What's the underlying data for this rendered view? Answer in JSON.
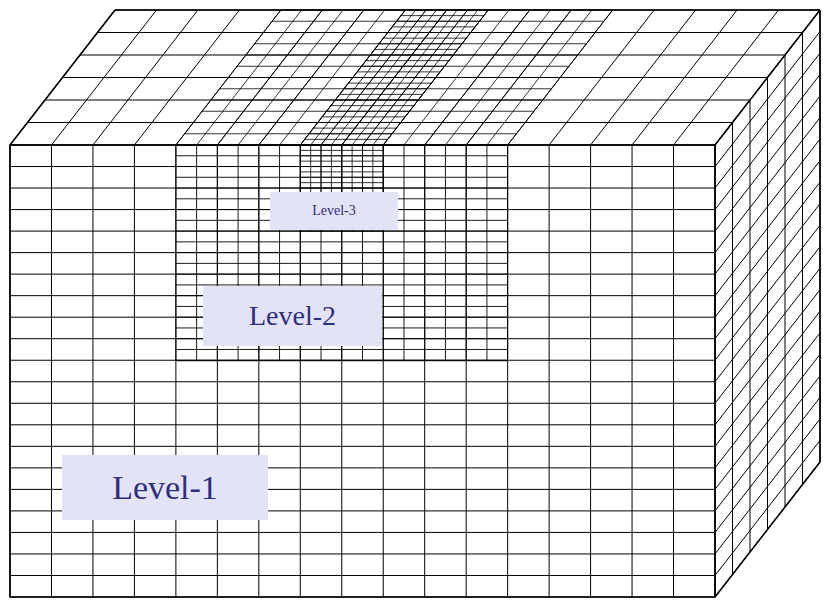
{
  "diagram": {
    "nodes": [
      {
        "text": [
          "Level-1"
        ]
      },
      {
        "text": [
          "Level-2"
        ],
        "in": 0
      },
      {
        "text": [
          "Level-3"
        ],
        "in": 1
      }
    ]
  }
}
